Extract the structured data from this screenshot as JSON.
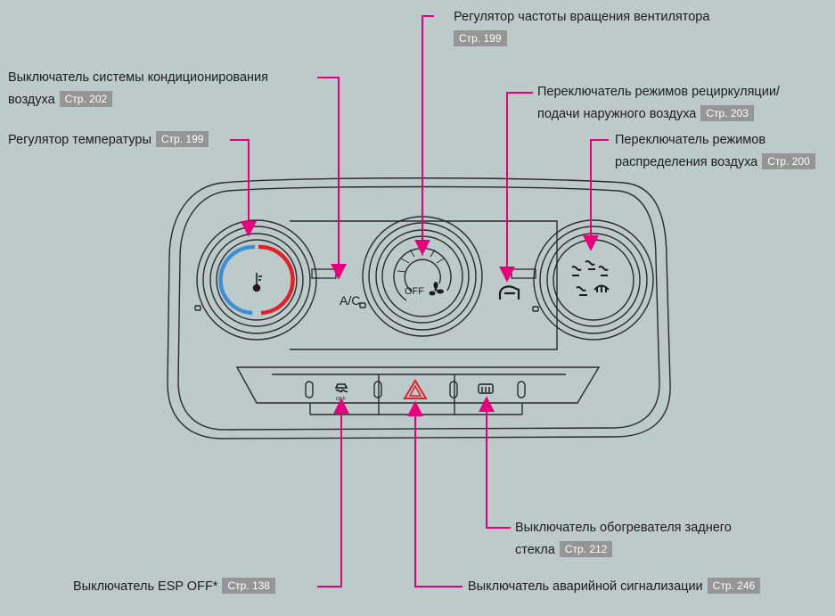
{
  "callouts": {
    "fan": {
      "text": "Регулятор частоты вращения вентилятора",
      "page": "Стр. 199"
    },
    "ac": {
      "line1": "Выключатель системы кондиционирования",
      "line2": "воздуха",
      "page": "Стр. 202"
    },
    "recirc": {
      "line1": "Переключатель режимов рециркуляции/",
      "line2": "подачи наружного воздуха",
      "page": "Стр. 203"
    },
    "temp": {
      "text": "Регулятор температуры",
      "page": "Стр. 199"
    },
    "mode": {
      "line1": "Переключатель режимов",
      "line2": "распределения воздуха",
      "page": "Стр. 200"
    },
    "rear_defrost": {
      "line1": "Выключатель обогревателя заднего",
      "line2": "стекла",
      "page": "Стр. 212"
    },
    "esp": {
      "text": "Выключатель ESP OFF*",
      "page": "Стр. 138"
    },
    "hazard": {
      "text": "Выключатель аварийной сигнализации",
      "page": "Стр. 246"
    }
  },
  "panel": {
    "ac_label": "A/C",
    "fan_off_label": "OFF",
    "esp_off_label": "OFF"
  },
  "colors": {
    "leader": "#e6007e",
    "badge": "#959595",
    "temp_cold": "#3a8fd6",
    "temp_hot": "#e2202a",
    "hazard": "#e2202a",
    "background": "#bccaca"
  }
}
